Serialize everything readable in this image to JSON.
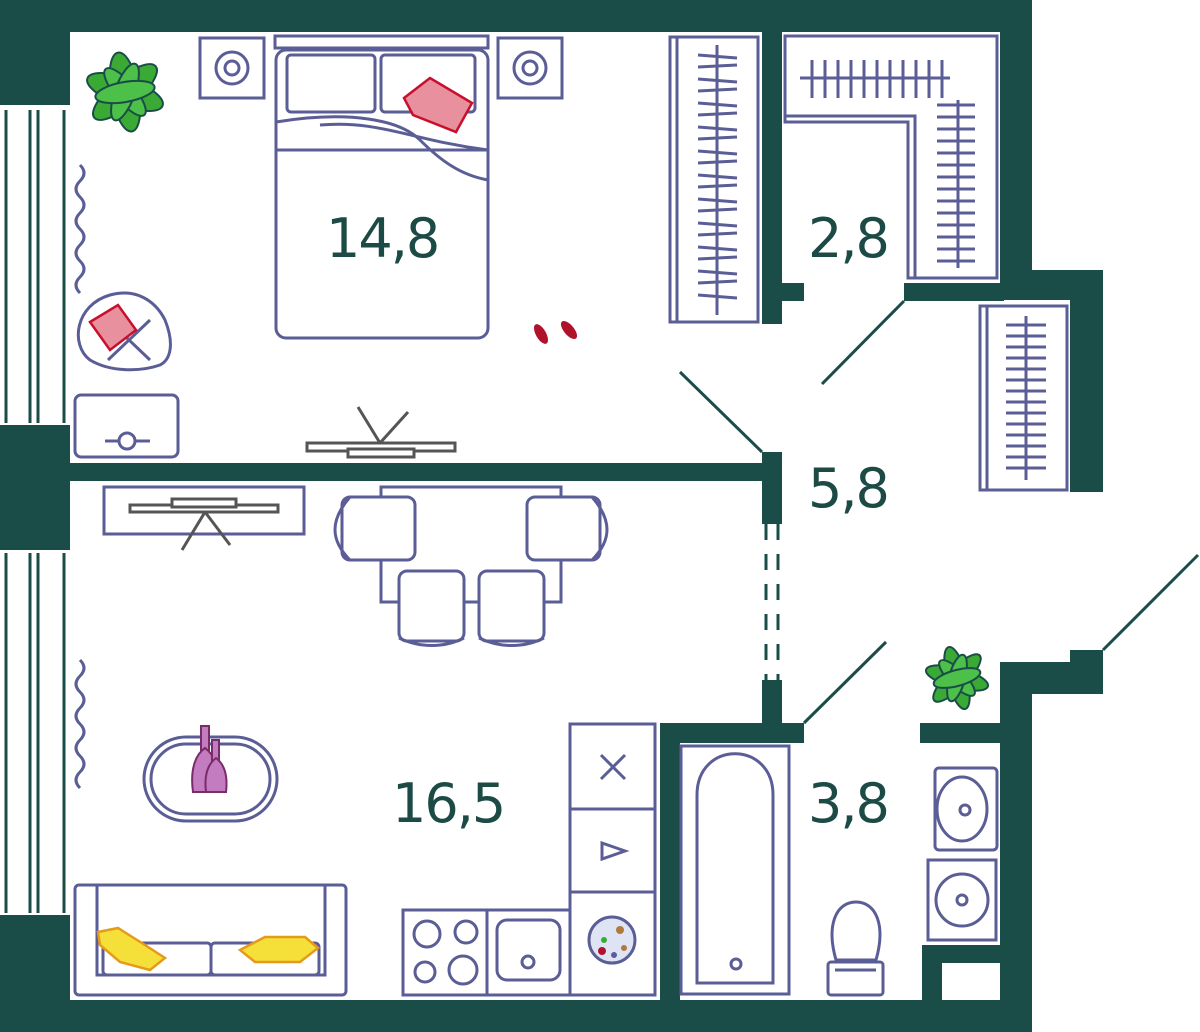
{
  "rooms": [
    {
      "id": "bedroom",
      "area_label": "14,8"
    },
    {
      "id": "wardrobe",
      "area_label": "2,8"
    },
    {
      "id": "hallway",
      "area_label": "5,8"
    },
    {
      "id": "living",
      "area_label": "16,5"
    },
    {
      "id": "bathroom",
      "area_label": "3,8"
    }
  ],
  "colors": {
    "wall": "#1a4d47",
    "furniture_stroke": "#5b5e96",
    "label": "#1c4a44",
    "pillow_pink": "#e8909e",
    "cushion_yellow": "#f5e03a",
    "plant_green": "#3aaa35",
    "vase_purple": "#c47cc0",
    "slippers_red": "#b0122b"
  },
  "icons": [
    "plant-icon",
    "pillow-icon",
    "slippers-icon",
    "vase-icon",
    "sink-icon",
    "toilet-icon",
    "stove-icon",
    "bathtub-icon"
  ]
}
